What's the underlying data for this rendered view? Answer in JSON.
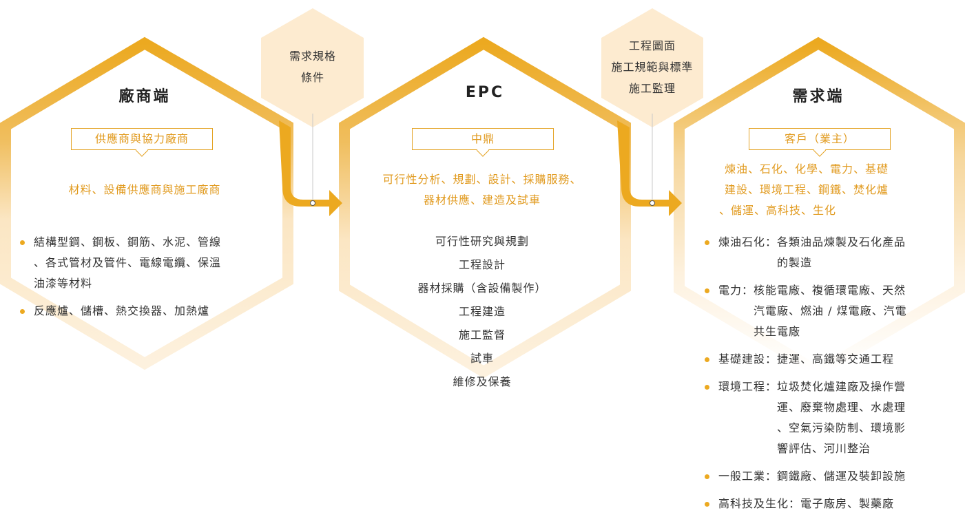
{
  "colors": {
    "accent": "#eca920",
    "accent_text": "#e19a1e",
    "hex_fill": "#fdebd0",
    "hex_outline_light": "#fbe6c3",
    "text": "#333333"
  },
  "vendor": {
    "title": "廠商端",
    "badge": "供應商與協力廠商",
    "summary": "材料、設備供應商與施工廠商",
    "items": [
      {
        "lines": [
          "結構型鋼、鋼板、鋼筋、水泥、管線",
          "、各式管材及管件、電線電纜、保溫",
          "油漆等材料"
        ]
      },
      {
        "lines": [
          "反應爐、儲槽、熱交換器、加熱爐"
        ]
      }
    ]
  },
  "connector_1": {
    "lines": [
      "需求規格",
      "條件"
    ]
  },
  "epc": {
    "title": "EPC",
    "badge": "中鼎",
    "summary_lines": [
      "可行性分析、規劃、設計、採購服務、",
      "器材供應、建造及試車"
    ],
    "services": [
      "可行性研究與規劃",
      "工程設計",
      "器材採購（含設備製作）",
      "工程建造",
      "施工監督",
      "試車",
      "維修及保養"
    ]
  },
  "connector_2": {
    "lines": [
      "工程圖面",
      "施工規範與標準",
      "施工監理"
    ]
  },
  "demand": {
    "title": "需求端",
    "badge": "客戶（業主）",
    "summary_lines": [
      "煉油、石化、化學、電力、基礎",
      "建設、環境工程、鋼鐵、焚化爐",
      "、儲運、高科技、生化"
    ],
    "items": [
      {
        "label": "煉油石化：",
        "desc_lines": [
          "各類油品煉製及石化產品",
          "的製造"
        ]
      },
      {
        "label": "電力：",
        "desc_lines": [
          "核能電廠、複循環電廠、天然",
          "汽電廠、燃油 / 煤電廠、汽電",
          "共生電廠"
        ]
      },
      {
        "label": "基礎建設：",
        "desc_lines": [
          "捷運、高鐵等交通工程"
        ]
      },
      {
        "label": "環境工程：",
        "desc_lines": [
          "垃圾焚化爐建廠及操作營",
          "運、廢棄物處理、水處理",
          "、空氣污染防制、環境影",
          "響評估、河川整治"
        ]
      },
      {
        "label": "一般工業：",
        "desc_lines": [
          "鋼鐵廠、儲運及裝卸設施"
        ]
      },
      {
        "label": "高科技及生化：",
        "desc_lines": [
          "電子廠房、製藥廠"
        ]
      }
    ]
  }
}
